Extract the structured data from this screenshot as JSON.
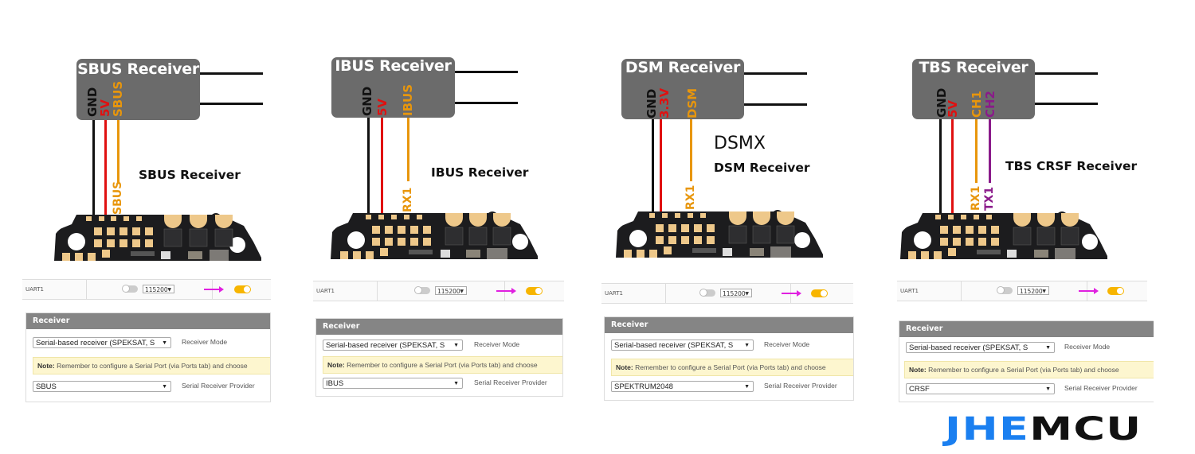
{
  "panels": [
    {
      "id": "sbus",
      "module_title": "SBUS Receiver",
      "pins": [
        {
          "label": "GND",
          "color": "#111111"
        },
        {
          "label": "5V",
          "color": "#e01010"
        },
        {
          "label": "SBUS",
          "color": "#e8960c"
        }
      ],
      "board_pad_labels": [
        {
          "label": "SBUS",
          "color": "#e8960c"
        }
      ],
      "board_caption": "SBUS Receiver",
      "extra_caption": null,
      "port_row": {
        "name": "UART1",
        "baud": "115200",
        "serial_rx_enabled": true
      },
      "receiver": {
        "header": "Receiver",
        "mode_value": "Serial-based receiver (SPEKSAT, S",
        "mode_label": "Receiver Mode",
        "note_bold": "Note:",
        "note_text": " Remember to configure a Serial Port (via Ports tab) and choose",
        "provider_value": "SBUS",
        "provider_label": "Serial Receiver Provider"
      }
    },
    {
      "id": "ibus",
      "module_title": "IBUS Receiver",
      "pins": [
        {
          "label": "GND",
          "color": "#111111"
        },
        {
          "label": "5V",
          "color": "#e01010"
        },
        {
          "label": "IBUS",
          "color": "#e8960c"
        }
      ],
      "board_pad_labels": [
        {
          "label": "RX1",
          "color": "#e8960c"
        }
      ],
      "board_caption": "IBUS Receiver",
      "extra_caption": null,
      "port_row": {
        "name": "UART1",
        "baud": "115200",
        "serial_rx_enabled": true
      },
      "receiver": {
        "header": "Receiver",
        "mode_value": "Serial-based receiver (SPEKSAT, S",
        "mode_label": "Receiver Mode",
        "note_bold": "Note:",
        "note_text": " Remember to configure a Serial Port (via Ports tab) and choose",
        "provider_value": "IBUS",
        "provider_label": "Serial Receiver Provider"
      }
    },
    {
      "id": "dsm",
      "module_title": "DSM Receiver",
      "pins": [
        {
          "label": "GND",
          "color": "#111111"
        },
        {
          "label": "3.3V",
          "color": "#e01010"
        },
        {
          "label": "DSM",
          "color": "#e8960c"
        }
      ],
      "board_pad_labels": [
        {
          "label": "RX1",
          "color": "#e8960c"
        }
      ],
      "board_caption": "DSM Receiver",
      "extra_caption": "DSMX",
      "port_row": {
        "name": "UART1",
        "baud": "115200",
        "serial_rx_enabled": true
      },
      "receiver": {
        "header": "Receiver",
        "mode_value": "Serial-based receiver (SPEKSAT, S",
        "mode_label": "Receiver Mode",
        "note_bold": "Note:",
        "note_text": " Remember to configure a Serial Port (via Ports tab) and choose",
        "provider_value": "SPEKTRUM2048",
        "provider_label": "Serial Receiver Provider"
      }
    },
    {
      "id": "tbs",
      "module_title": "TBS Receiver",
      "pins": [
        {
          "label": "GND",
          "color": "#111111"
        },
        {
          "label": "5V",
          "color": "#e01010"
        },
        {
          "label": "CH1",
          "color": "#e8960c"
        },
        {
          "label": "CH2",
          "color": "#8a1a8a"
        }
      ],
      "board_pad_labels": [
        {
          "label": "RX1",
          "color": "#e8960c"
        },
        {
          "label": "TX1",
          "color": "#8a1a8a"
        }
      ],
      "board_caption": "TBS CRSF Receiver",
      "extra_caption": null,
      "port_row": {
        "name": "UART1",
        "baud": "115200",
        "serial_rx_enabled": true
      },
      "receiver": {
        "header": "Receiver",
        "mode_value": "Serial-based receiver (SPEKSAT, S",
        "mode_label": "Receiver Mode",
        "note_bold": "Note:",
        "note_text": " Remember to configure a Serial Port (via Ports tab) and choose",
        "provider_value": "CRSF",
        "provider_label": "Serial Receiver Provider"
      }
    }
  ],
  "logo": {
    "part1": "JHE",
    "part2": "MCU",
    "color1": "#1a7ff0",
    "color2": "#111111"
  },
  "icons": {
    "dropdown": "▼",
    "arrow": "arrow-right-icon",
    "toggle": "toggle-switch-icon"
  }
}
